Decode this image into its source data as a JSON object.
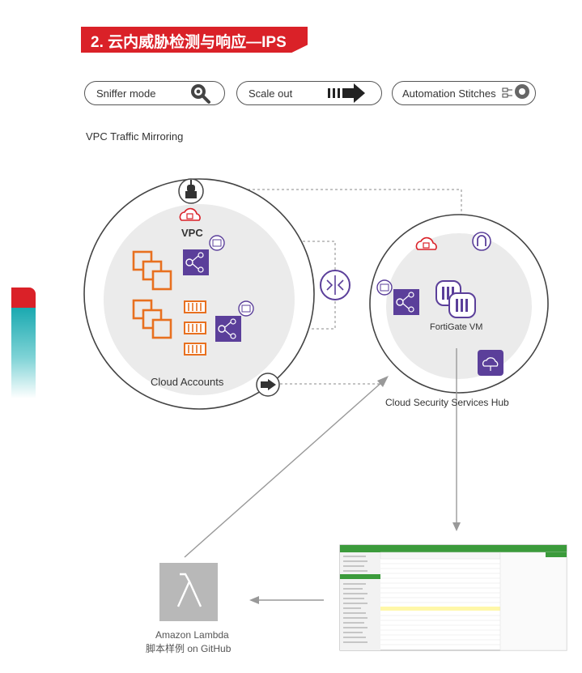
{
  "header": {
    "title": "2. 云内威胁检测与响应—IPS"
  },
  "modes": [
    {
      "label": "Sniffer mode",
      "icon": "magnifier-virus-icon"
    },
    {
      "label": "Scale out",
      "icon": "scale-out-arrow-icon"
    },
    {
      "label": "Automation Stitches",
      "icon": "automation-gear-icon"
    }
  ],
  "subtitle": "VPC Traffic Mirroring",
  "vpc": {
    "label": "VPC",
    "caption": "Cloud Accounts"
  },
  "hub": {
    "vm_label": "FortiGate VM",
    "caption": "Cloud Security Services Hub"
  },
  "lambda": {
    "caption_line1": "Amazon Lambda",
    "caption_line2": "脚本样例 on GitHub"
  },
  "colors": {
    "brand_red": "#da2128",
    "aws_orange": "#e8701f",
    "fortinet_purple": "#5b3f9a",
    "teal": "#1aa9b0",
    "console_green": "#3b9b3b"
  }
}
